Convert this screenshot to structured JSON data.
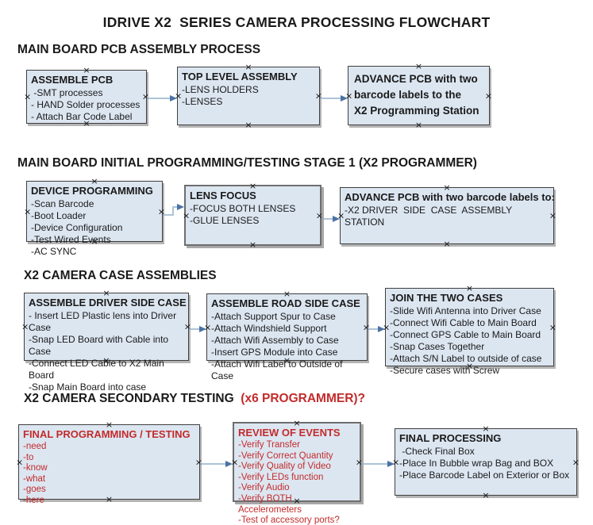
{
  "title": "IDRIVE X2  SERIES CAMERA PROCESSING FLOWCHART",
  "colors": {
    "text": "#1a1a1a",
    "box_fill": "#dce6f1",
    "box_border": "#3f3f3f",
    "box_shadow": "#b4b4b4",
    "arrow_line": "#94afc9",
    "arrow_head": "#4a72a4",
    "red_text": "#c32b2b"
  },
  "sections": [
    {
      "heading": "MAIN BOARD PCB ASSEMBLY PROCESS"
    },
    {
      "heading": "MAIN BOARD INITIAL PROGRAMMING/TESTING STAGE 1 (X2 PROGRAMMER)"
    },
    {
      "heading": "X2 CAMERA CASE ASSEMBLIES"
    },
    {
      "heading": "X2 CAMERA SECONDARY TESTING  ",
      "heading_suffix": "(x6 PROGRAMMER)?"
    }
  ],
  "boxes": {
    "assemble_pcb": {
      "title": "ASSEMBLE PCB",
      "items": [
        " -SMT processes",
        "- HAND Solder processes",
        "- Attach Bar Code Label"
      ]
    },
    "top_level_assembly": {
      "title": "TOP LEVEL ASSEMBLY",
      "items": [
        "-LENS HOLDERS",
        "-LENSES"
      ]
    },
    "advance_pcb_to_programming": {
      "text": "ADVANCE PCB with two\nbarcode labels to the\n X2 Programming Station"
    },
    "device_programming": {
      "title": "DEVICE PROGRAMMING",
      "items": [
        "-Scan Barcode",
        "-Boot Loader",
        "-Device Configuration",
        "-Test Wired Events",
        "-AC SYNC"
      ]
    },
    "lens_focus": {
      "title": "LENS FOCUS",
      "items": [
        "-FOCUS BOTH LENSES",
        "-GLUE LENSES"
      ]
    },
    "advance_pcb_to_driver_station": {
      "title": "ADVANCE PCB with two barcode labels to:",
      "items": [
        "-X2 DRIVER  SIDE  CASE  ASSEMBLY STATION"
      ]
    },
    "assemble_driver_side_case": {
      "title": "ASSEMBLE DRIVER SIDE CASE",
      "items": [
        "- Insert LED Plastic lens into Driver Case",
        "-Snap LED Board with Cable into Case",
        "-Connect LED Cable to X2 Main Board",
        "-Snap Main Board into case"
      ]
    },
    "assemble_road_side_case": {
      "title": "ASSEMBLE ROAD SIDE CASE",
      "items": [
        "-Attach Support Spur to Case",
        "-Attach Windshield Support",
        "-Attach Wifi Assembly to Case",
        "-Insert GPS Module into Case",
        "-Attach Wifi Label to Outside of Case"
      ]
    },
    "join_the_two_cases": {
      "title": "JOIN THE TWO CASES",
      "items": [
        "-Slide Wifi Antenna into Driver Case",
        "-Connect Wifi Cable to Main Board",
        "-Connect GPS Cable to Main Board",
        "-Snap Cases Together",
        "-Attach S/N Label to outside of case",
        "-Secure cases with Screw"
      ]
    },
    "final_programming_testing": {
      "title": "FINAL PROGRAMMING / TESTING",
      "items": [
        "-need",
        "-to",
        "-know",
        "-what",
        "-goes",
        "-here"
      ]
    },
    "review_of_events": {
      "title": "REVIEW OF EVENTS",
      "items": [
        "-Verify Transfer",
        "-Verify Correct Quantity",
        "-Verify Quality of Video",
        "-Verify LEDs function",
        "-Verify Audio",
        "-Verify BOTH Accelerometers",
        "-Test of accessory ports?"
      ]
    },
    "final_processing": {
      "title": "FINAL PROCESSING",
      "items": [
        " -Check Final Box",
        "-Place In Bubble wrap Bag and BOX",
        "-Place Barcode Label on Exterior or Box"
      ]
    }
  }
}
